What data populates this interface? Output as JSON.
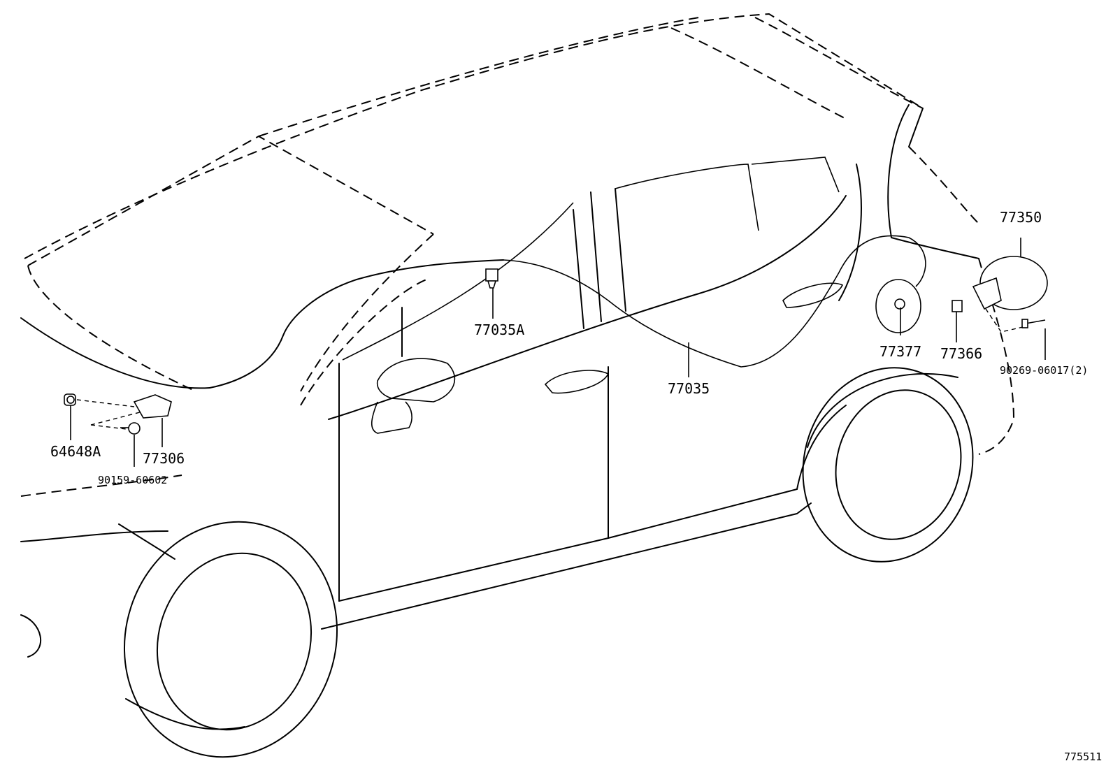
{
  "callouts": {
    "p64648A": "64648A",
    "p77306": "77306",
    "p90159": "90159-60602",
    "p77035A": "77035A",
    "p77035": "77035",
    "p77377": "77377",
    "p77366": "77366",
    "p77350": "77350",
    "p90269": "90269-06017(2)"
  },
  "figure_id": "775511"
}
